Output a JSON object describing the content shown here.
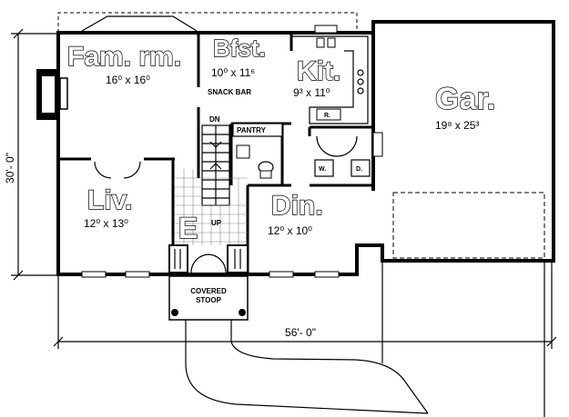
{
  "rooms": {
    "family": {
      "title": "Fam. rm.",
      "size": "16⁰ x 16⁰"
    },
    "breakfast": {
      "title": "Bfst.",
      "size": "10⁰ x 11⁶"
    },
    "kitchen": {
      "title": "Kit.",
      "size": "9³ x 11⁰"
    },
    "garage": {
      "title": "Gar.",
      "size": "19⁸ x 25³"
    },
    "living": {
      "title": "Liv.",
      "size": "12⁰ x 13⁰"
    },
    "dining": {
      "title": "Din.",
      "size": "12⁰ x 10⁰"
    },
    "entry": {
      "title": "E"
    }
  },
  "labels": {
    "snack_bar": "SNACK BAR",
    "pantry": "PANTRY",
    "down": "DN",
    "up": "UP",
    "range": "R.",
    "washer": "W.",
    "dryer": "D.",
    "stoop_line1": "COVERED",
    "stoop_line2": "STOOP"
  },
  "dimensions": {
    "depth": "30'- 0\"",
    "width": "56'- 0\""
  }
}
